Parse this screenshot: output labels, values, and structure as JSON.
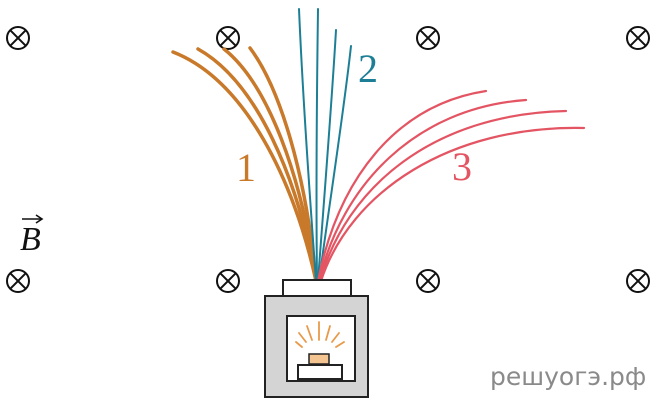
{
  "labels": {
    "beam_1": "1",
    "beam_2": "2",
    "beam_3": "3",
    "field_vector": "B"
  },
  "watermark": "решуогэ.рф",
  "field_symbol_icon": "into-page-cross-circle-icon",
  "colors": {
    "beam_1": "#c8792a",
    "beam_2": "#1d7f96",
    "beam_3": "#e45563",
    "source_body": "#d4d4d4",
    "source_outline": "#222222",
    "glow": "#e89a4a",
    "emitter": "#f4c591",
    "watermark": "#8a8a8a"
  }
}
